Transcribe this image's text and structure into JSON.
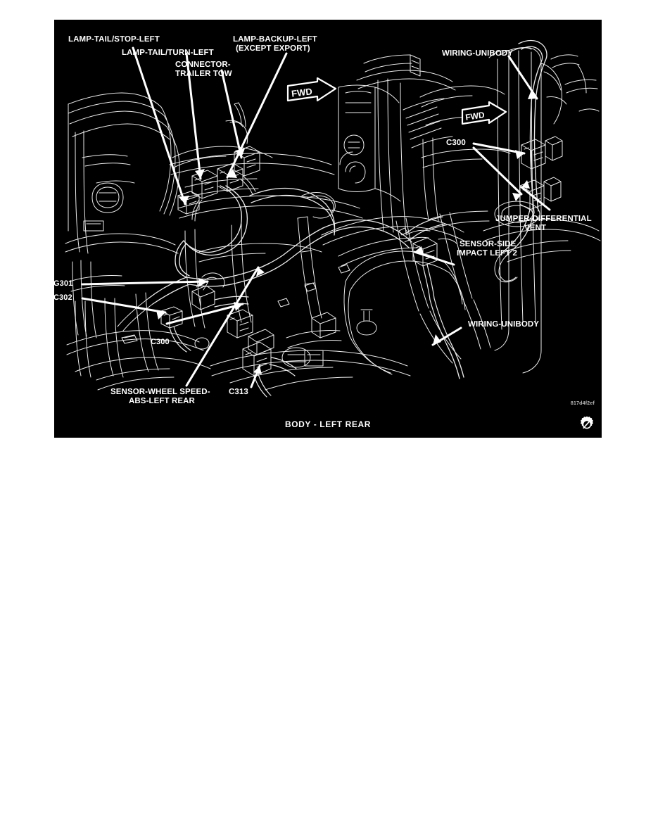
{
  "page": {
    "background_color": "#ffffff",
    "panel_background_color": "#000000",
    "line_color": "#ffffff"
  },
  "figure": {
    "caption": "BODY - LEFT REAR",
    "reference_id": "817d4f2ef",
    "logo_icon": "gear-slash-icon",
    "orientation_markers": [
      {
        "name": "fwd-arrow-center",
        "label": "FWD",
        "direction": "right"
      },
      {
        "name": "fwd-arrow-right",
        "label": "FWD",
        "direction": "right"
      }
    ],
    "callouts": [
      {
        "id": "lamp-tail-stop-left",
        "lines": [
          "LAMP-TAIL/STOP-LEFT"
        ],
        "align": "left"
      },
      {
        "id": "lamp-tail-turn-left",
        "lines": [
          "LAMP-TAIL/TURN-LEFT"
        ],
        "align": "left"
      },
      {
        "id": "connector-trailer-tow",
        "lines": [
          "CONNECTOR-",
          "TRAILER TOW"
        ],
        "align": "left"
      },
      {
        "id": "lamp-backup-left",
        "lines": [
          "LAMP-BACKUP-LEFT",
          "(EXCEPT EXPORT)"
        ],
        "align": "center"
      },
      {
        "id": "wiring-unibody-top",
        "lines": [
          "WIRING-UNIBODY"
        ],
        "align": "left"
      },
      {
        "id": "c300-right",
        "lines": [
          "C300"
        ],
        "align": "left"
      },
      {
        "id": "jumper-differential-vent",
        "lines": [
          "JUMPER-DIFFERENTIAL",
          "VENT"
        ],
        "align": "center"
      },
      {
        "id": "sensor-side-impact-left-2",
        "lines": [
          "SENSOR-SIDE",
          "IMPACT LEFT 2"
        ],
        "align": "left"
      },
      {
        "id": "wiring-unibody-bottom",
        "lines": [
          "WIRING-UNIBODY"
        ],
        "align": "left"
      },
      {
        "id": "g301",
        "lines": [
          "G301"
        ],
        "align": "left"
      },
      {
        "id": "c302",
        "lines": [
          "C302"
        ],
        "align": "left"
      },
      {
        "id": "c300-left",
        "lines": [
          "C300"
        ],
        "align": "left"
      },
      {
        "id": "sensor-wheel-speed-abs-left-rear",
        "lines": [
          "SENSOR-WHEEL SPEED-",
          "ABS-LEFT REAR"
        ],
        "align": "center"
      },
      {
        "id": "c313",
        "lines": [
          "C313"
        ],
        "align": "left"
      }
    ]
  }
}
